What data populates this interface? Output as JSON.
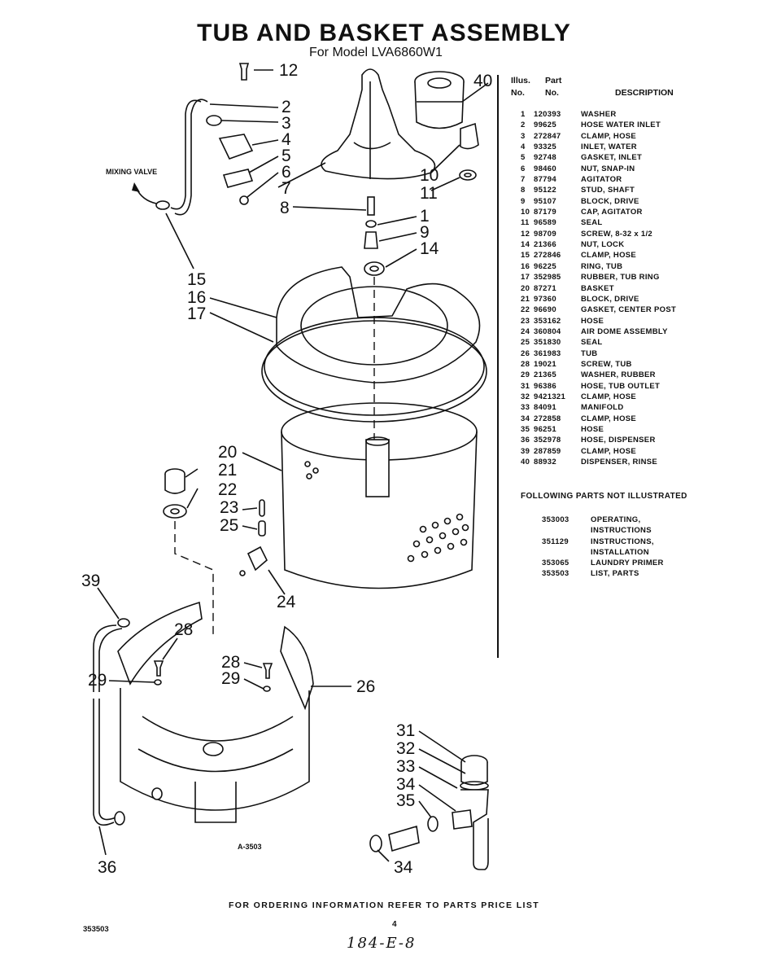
{
  "header": {
    "title": "TUB AND BASKET ASSEMBLY",
    "subtitle": "For Model LVA6860W1"
  },
  "table": {
    "col_illus": [
      "Illus.",
      "No."
    ],
    "col_part": [
      "Part",
      "No."
    ],
    "col_desc": "DESCRIPTION",
    "rows": [
      {
        "illus": "1",
        "part": "120393",
        "desc": "WASHER"
      },
      {
        "illus": "2",
        "part": "99625",
        "desc": "HOSE WATER INLET"
      },
      {
        "illus": "3",
        "part": "272847",
        "desc": "CLAMP, HOSE"
      },
      {
        "illus": "4",
        "part": "93325",
        "desc": "INLET, WATER"
      },
      {
        "illus": "5",
        "part": "92748",
        "desc": "GASKET, INLET"
      },
      {
        "illus": "6",
        "part": "98460",
        "desc": "NUT, SNAP-IN"
      },
      {
        "illus": "7",
        "part": "87794",
        "desc": "AGITATOR"
      },
      {
        "illus": "8",
        "part": "95122",
        "desc": "STUD, SHAFT"
      },
      {
        "illus": "9",
        "part": "95107",
        "desc": "BLOCK, DRIVE"
      },
      {
        "illus": "10",
        "part": "87179",
        "desc": "CAP, AGITATOR"
      },
      {
        "illus": "11",
        "part": "96589",
        "desc": "SEAL"
      },
      {
        "illus": "12",
        "part": "98709",
        "desc": "SCREW, 8-32 x 1/2"
      },
      {
        "illus": "14",
        "part": "21366",
        "desc": "NUT, LOCK"
      },
      {
        "illus": "15",
        "part": "272846",
        "desc": "CLAMP, HOSE"
      },
      {
        "illus": "16",
        "part": "96225",
        "desc": "RING, TUB"
      },
      {
        "illus": "17",
        "part": "352985",
        "desc": "RUBBER, TUB RING"
      },
      {
        "illus": "20",
        "part": "87271",
        "desc": "BASKET"
      },
      {
        "illus": "21",
        "part": "97360",
        "desc": "BLOCK, DRIVE"
      },
      {
        "illus": "22",
        "part": "96690",
        "desc": "GASKET, CENTER POST"
      },
      {
        "illus": "23",
        "part": "353162",
        "desc": "HOSE"
      },
      {
        "illus": "24",
        "part": "360804",
        "desc": "AIR DOME ASSEMBLY"
      },
      {
        "illus": "25",
        "part": "351830",
        "desc": "SEAL"
      },
      {
        "illus": "26",
        "part": "361983",
        "desc": "TUB"
      },
      {
        "illus": "28",
        "part": "19021",
        "desc": "SCREW, TUB"
      },
      {
        "illus": "29",
        "part": "21365",
        "desc": "WASHER, RUBBER"
      },
      {
        "illus": "31",
        "part": "96386",
        "desc": "HOSE, TUB OUTLET"
      },
      {
        "illus": "32",
        "part": "9421321",
        "desc": "CLAMP, HOSE"
      },
      {
        "illus": "33",
        "part": "84091",
        "desc": "MANIFOLD"
      },
      {
        "illus": "34",
        "part": "272858",
        "desc": "CLAMP, HOSE"
      },
      {
        "illus": "35",
        "part": "96251",
        "desc": "HOSE"
      },
      {
        "illus": "36",
        "part": "352978",
        "desc": "HOSE, DISPENSER"
      },
      {
        "illus": "39",
        "part": "287859",
        "desc": "CLAMP, HOSE"
      },
      {
        "illus": "40",
        "part": "88932",
        "desc": "DISPENSER, RINSE"
      }
    ]
  },
  "not_illustrated": {
    "heading": "FOLLOWING PARTS NOT ILLUSTRATED",
    "items": [
      {
        "part": "353003",
        "desc": [
          "OPERATING,",
          "INSTRUCTIONS"
        ]
      },
      {
        "part": "351129",
        "desc": [
          "INSTRUCTIONS,",
          "INSTALLATION"
        ]
      },
      {
        "part": "353065",
        "desc": [
          "LAUNDRY PRIMER"
        ]
      },
      {
        "part": "353503",
        "desc": [
          "LIST, PARTS"
        ]
      }
    ]
  },
  "diagram": {
    "mixing_valve_label": "MIXING VALVE",
    "drawing_number": "A-3503",
    "callouts": [
      "12",
      "40",
      "2",
      "3",
      "4",
      "5",
      "6",
      "7",
      "10",
      "11",
      "8",
      "1",
      "9",
      "14",
      "15",
      "16",
      "17",
      "20",
      "21",
      "22",
      "23",
      "25",
      "24",
      "39",
      "28",
      "28",
      "29",
      "29",
      "26",
      "31",
      "32",
      "33",
      "34",
      "35",
      "34",
      "36"
    ]
  },
  "footer": {
    "ordering": "FOR ORDERING INFORMATION REFER TO PARTS PRICE LIST",
    "doc_number": "353503",
    "page": "4",
    "handwritten": "184-E-8"
  }
}
